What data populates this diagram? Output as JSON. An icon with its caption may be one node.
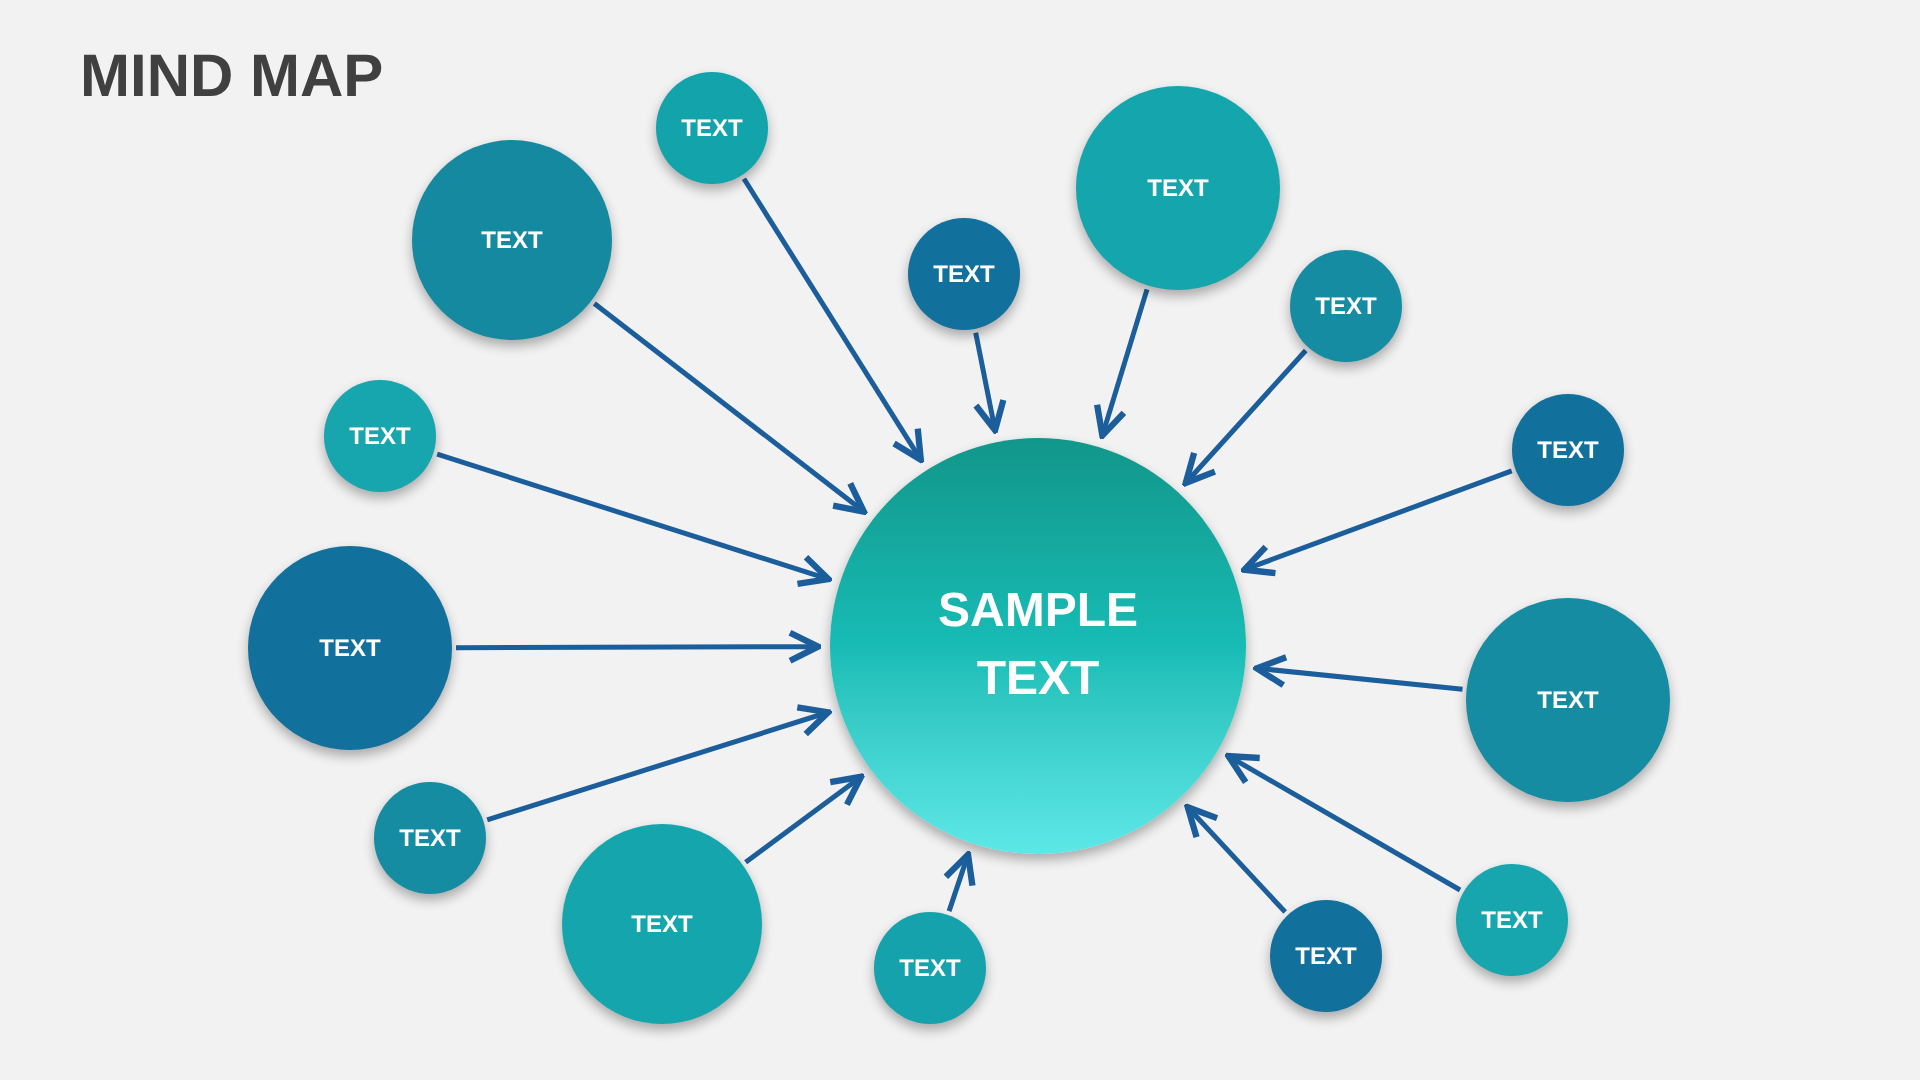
{
  "diagram": {
    "title": "MIND MAP",
    "nodes": [
      {
        "text": [
          "SAMPLE TEXT"
        ]
      },
      {
        "text": [
          "TEXT"
        ]
      },
      {
        "text": [
          "TEXT"
        ]
      },
      {
        "text": [
          "TEXT"
        ]
      },
      {
        "text": [
          "TEXT"
        ]
      },
      {
        "text": [
          "TEXT"
        ]
      },
      {
        "text": [
          "TEXT"
        ]
      },
      {
        "text": [
          "TEXT"
        ]
      },
      {
        "text": [
          "TEXT"
        ]
      },
      {
        "text": [
          "TEXT"
        ]
      },
      {
        "text": [
          "TEXT"
        ]
      },
      {
        "text": [
          "TEXT"
        ]
      },
      {
        "text": [
          "TEXT"
        ]
      },
      {
        "text": [
          "TEXT"
        ]
      },
      {
        "text": [
          "TEXT"
        ]
      }
    ],
    "edges": [
      {
        "from": 1,
        "to": 0,
        "arrow": "to"
      },
      {
        "from": 2,
        "to": 0,
        "arrow": "to"
      },
      {
        "from": 3,
        "to": 0,
        "arrow": "to"
      },
      {
        "from": 4,
        "to": 0,
        "arrow": "to"
      },
      {
        "from": 5,
        "to": 0,
        "arrow": "to"
      },
      {
        "from": 6,
        "to": 0,
        "arrow": "to"
      },
      {
        "from": 7,
        "to": 0,
        "arrow": "to"
      },
      {
        "from": 8,
        "to": 0,
        "arrow": "to"
      },
      {
        "from": 9,
        "to": 0,
        "arrow": "to"
      },
      {
        "from": 10,
        "to": 0,
        "arrow": "to"
      },
      {
        "from": 11,
        "to": 0,
        "arrow": "to"
      },
      {
        "from": 12,
        "to": 0,
        "arrow": "to"
      },
      {
        "from": 13,
        "to": 0,
        "arrow": "to"
      },
      {
        "from": 14,
        "to": 0,
        "arrow": "to"
      }
    ]
  }
}
